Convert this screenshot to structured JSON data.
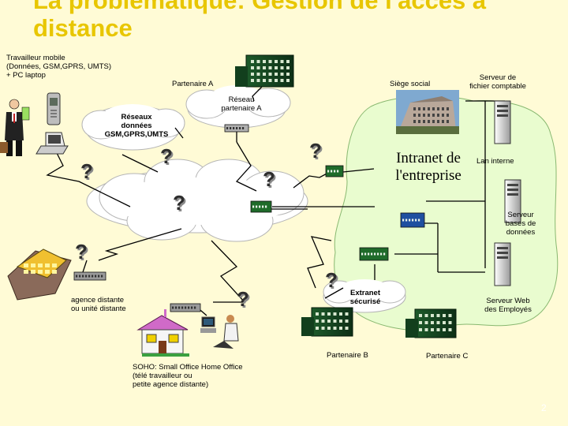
{
  "slide": {
    "title": "La problématique: Gestion de l'accès à\ndistance",
    "page_number": "2"
  },
  "labels": {
    "mobile_worker": "Travailleur mobile\n(Données, GSM,GPRS, UMTS)\n+ PC laptop",
    "partner_a": "Partenaire A",
    "head_office": "Siège social",
    "accounting_server": "Serveur de\nfichier comptable",
    "partner_network_a": "Réseau\npartenaire A",
    "data_networks": "Réseaux\ndonnées\nGSM,GPRS,UMTS",
    "intranet": "Intranet de\nl'entreprise",
    "internal_lan": "Lan interne",
    "db_server": "Serveur\nbases de\ndonnées",
    "remote_agency": "agence distante\nou unité distante",
    "extranet": "Extranet\nsécurisé",
    "web_server": "Serveur Web\ndes Employés",
    "partner_b": "Partenaire B",
    "partner_c": "Partenaire C",
    "soho": "SOHO: Small Office Home Office\n(télé travailleur ou\npetite agence distante)"
  },
  "question_mark": "?",
  "colors": {
    "background": "#fffbd6",
    "intranet_fill": "#e9fccf",
    "cloud_fill": "#ffffff",
    "title": "#e8c600",
    "link": "#000000"
  },
  "icons": [
    "laptop-icon",
    "phone-icon",
    "person-icon",
    "building-icon",
    "server-icon",
    "router-icon",
    "switch-icon",
    "house-icon",
    "modem-icon"
  ]
}
